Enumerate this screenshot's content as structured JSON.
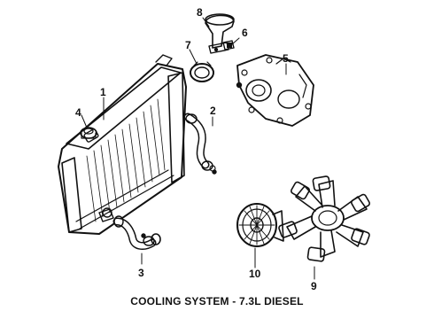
{
  "caption": "COOLING SYSTEM - 7.3L DIESEL",
  "callouts": {
    "c1": "1",
    "c2": "2",
    "c3": "3",
    "c4": "4",
    "c5": "5",
    "c6": "6",
    "c7": "7",
    "c8": "8",
    "c9": "9",
    "c10": "10"
  },
  "colors": {
    "ink": "#111111",
    "background": "#ffffff"
  }
}
